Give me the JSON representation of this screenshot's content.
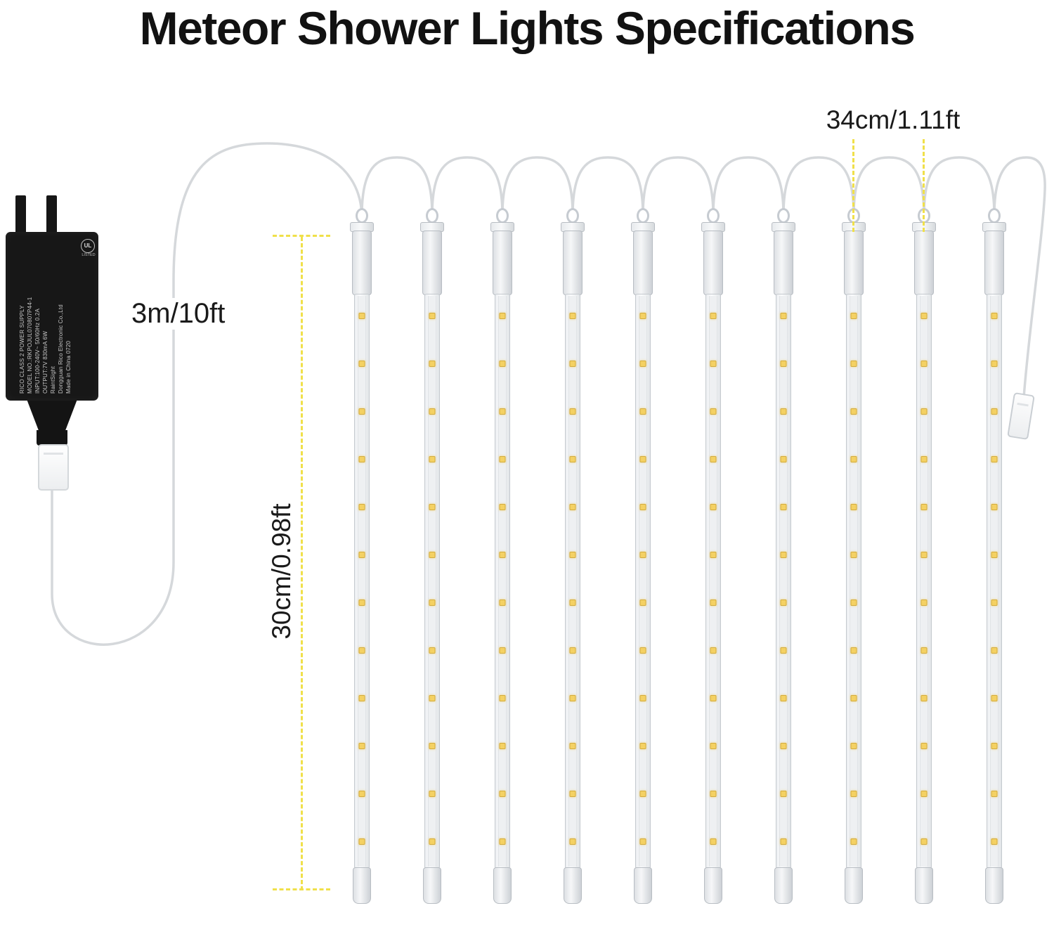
{
  "title": "Meteor Shower Lights Specifications",
  "annotations": {
    "cable_length": "3m/10ft",
    "tube_spacing": "34cm/1.11ft",
    "tube_length": "30cm/0.98ft"
  },
  "adapter": {
    "label_lines": [
      "RICO CLASS 2 POWER SUPPLY",
      "MODEL NO.:RKPOJUL070807P44-1",
      "INPUT:100-240V~ 50/60Hz 0.2A",
      "OUTPUT:7V  830mA 6W",
      "RaintSight",
      "Dongguan Rico Electronic Co.,Ltd",
      "Made in China  0720"
    ],
    "certification": "UL",
    "certification_sub": "LISTED"
  },
  "diagram": {
    "tube_count": 10,
    "leds_per_tube": 12,
    "wire_color": "#d5d8db",
    "measure_color": "#f0e04a",
    "led_color": "#f4d163"
  }
}
